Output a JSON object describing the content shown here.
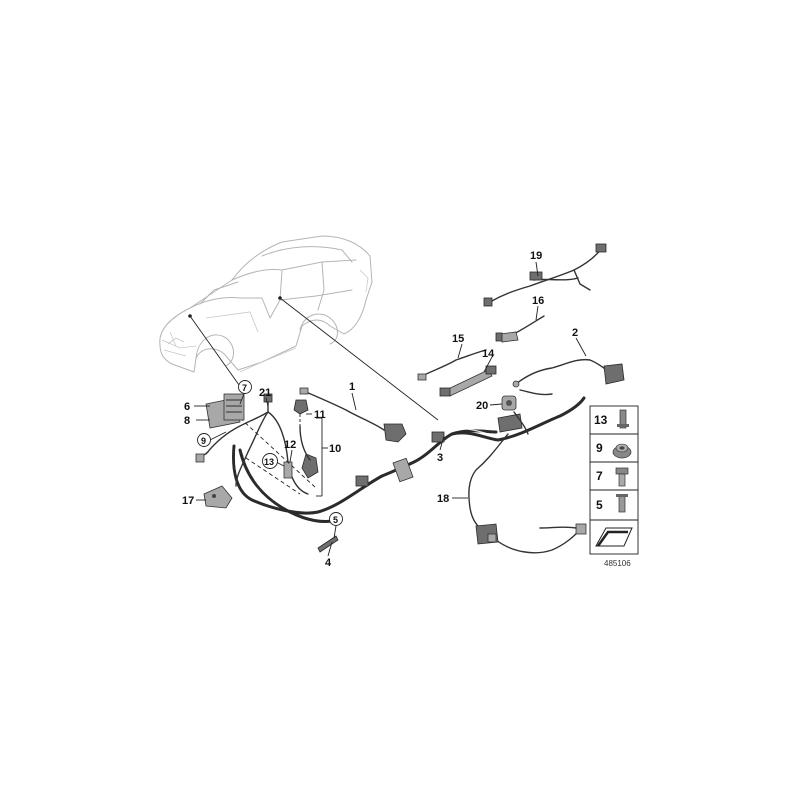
{
  "diagram": {
    "callouts": [
      {
        "id": "c1",
        "label": "1"
      },
      {
        "id": "c2",
        "label": "2"
      },
      {
        "id": "c3",
        "label": "3"
      },
      {
        "id": "c4",
        "label": "4"
      },
      {
        "id": "c5",
        "label": "5"
      },
      {
        "id": "c6",
        "label": "6"
      },
      {
        "id": "c7",
        "label": "7"
      },
      {
        "id": "c8",
        "label": "8"
      },
      {
        "id": "c9",
        "label": "9"
      },
      {
        "id": "c10",
        "label": "10"
      },
      {
        "id": "c11",
        "label": "11"
      },
      {
        "id": "c12",
        "label": "12"
      },
      {
        "id": "c13",
        "label": "13"
      },
      {
        "id": "c14",
        "label": "14"
      },
      {
        "id": "c15",
        "label": "15"
      },
      {
        "id": "c16",
        "label": "16"
      },
      {
        "id": "c17",
        "label": "17"
      },
      {
        "id": "c18",
        "label": "18"
      },
      {
        "id": "c19",
        "label": "19"
      },
      {
        "id": "c20",
        "label": "20"
      },
      {
        "id": "c21",
        "label": "21"
      }
    ],
    "legend": {
      "items": [
        {
          "label": "13",
          "icon": "rivet-stud-icon"
        },
        {
          "label": "9",
          "icon": "hex-nut-icon"
        },
        {
          "label": "7",
          "icon": "bolt-icon"
        },
        {
          "label": "5",
          "icon": "screw-icon"
        }
      ],
      "footer_icon": "shim-plate-icon"
    },
    "reference_number": "485106"
  }
}
